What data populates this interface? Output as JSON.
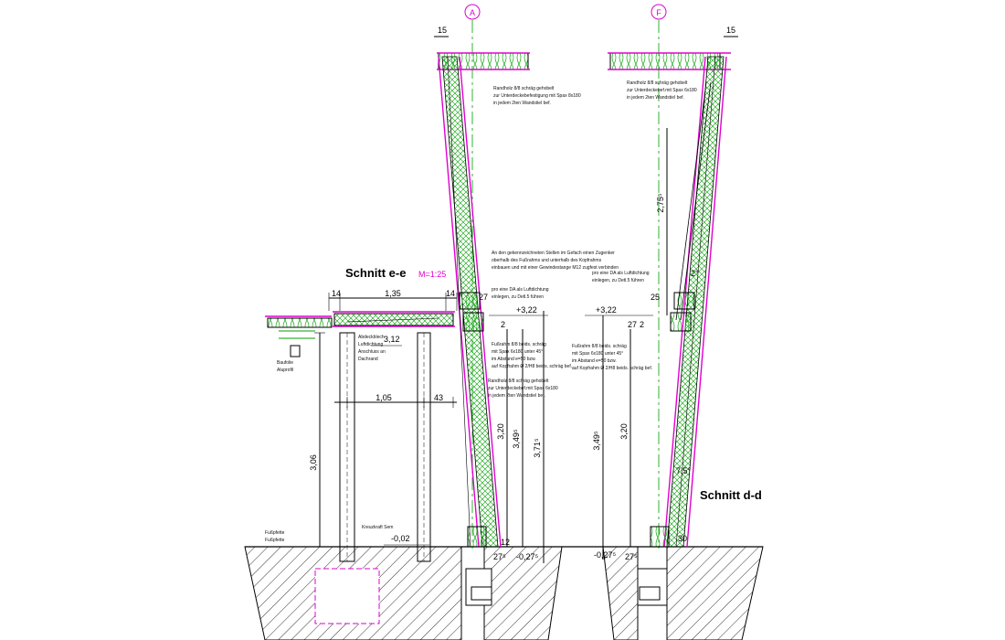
{
  "axes": {
    "a": "A",
    "f": "F"
  },
  "titles": {
    "section_ee": "Schnitt e-e",
    "section_ee_scale": "M=1:25",
    "section_dd": "Schnitt d-d"
  },
  "dimensions": {
    "top_left_15": "15",
    "top_right_15": "15",
    "ee_14_left": "14",
    "ee_135": "1,35",
    "ee_14_right": "14",
    "ee_312": "3,12",
    "ee_105": "1,05",
    "ee_43": "43",
    "ee_306": "3,06",
    "ee_002": "-0,02",
    "mid_322": "+3,22",
    "mid_320": "3,20",
    "mid_349": "3,49⁵",
    "mid_371": "3,71⁵",
    "mid_neg0275": "-0,27⁵",
    "mid_275": "27⁵",
    "mid_12": "12",
    "mid_2": "2",
    "mid_27": "27",
    "dd_322": "+3,22",
    "dd_25": "25",
    "dd_27": "27",
    "dd_2": "2",
    "dd_349": "3,49⁵",
    "dd_320": "3,20",
    "dd_275": "2,75⁵",
    "dd_75": "7,5°",
    "dd_2deg": "2°",
    "dd_30": "30",
    "dd_neg0275": "-0,27⁵",
    "dd_275b": "27⁵"
  },
  "notes": {
    "n1": "Randholz 8/8 schräg gehobelt",
    "n2": "zur Unterdeckebefestigung mit Spax 8x180",
    "n3": "in jedem 2ten Wandstiel bef.",
    "n4": "Randholz 8/8 schräg gehobelt",
    "n5": "zur Unterdeckebef.mit Spax 6x180",
    "n6": "in jedem 2ten Wandstiel bef.",
    "n7": "An den gekennzeichneten Stellen im Gefach einen Zugenker",
    "n8": "oberhalb des Fußrahms und unterhalb des Kopfrahms",
    "n9": "einbauen und mit einer Gewindestange M12 zugfest verbinden",
    "n10": "pro eine DA als Luftdichtung",
    "n11": "einlegen, zu Detl.5 führen",
    "n12": "pro eine DA als Luftdichtung",
    "n13": "einlegen, zu Detl.5 führen",
    "n14": "Fußrahm 8/8 beids. schräg",
    "n15": "mit Spax 6x180 unter 45°",
    "n16": "im Abstand e=50 bzw.",
    "n17": "auf Kopfrahm Ø 2/H8 beids. schräg bef.",
    "n18": "Fußrahm 8/8 beids. schräg",
    "n19": "mit Spax 6x180 unter 45°",
    "n20": "im Abstand e=50 bzw.",
    "n21": "auf Kopfrahm Ø 2/H8 beids. schräg bef.",
    "n22": "Randholz 8/8 schräg gehobelt",
    "n23": "zur Unterdeckebef.mit Spax 6x180",
    "n24": "in jedem 2ten Wandstiel bef.",
    "n25": "Abdeckblech",
    "n26": "Luftdichtung",
    "n27": "Anschluss an",
    "n28": "Dachrand",
    "n29": "Baufolie",
    "n30": "Aluprofil",
    "n31": "Kreuzkraft Sem",
    "n32": "Fußpfette",
    "n33": "Fußpfette"
  },
  "colors": {
    "magenta": "#e000d0",
    "green": "#00a000",
    "black": "#000000",
    "grey": "#9a9a9a"
  }
}
